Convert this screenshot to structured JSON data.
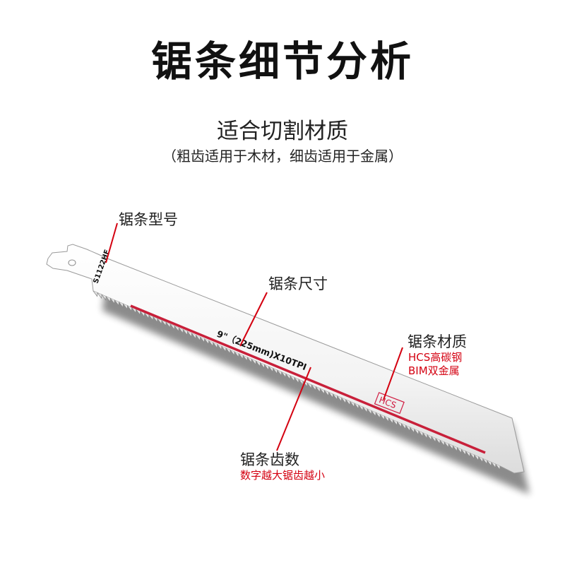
{
  "header": {
    "title": "锯条细节分析",
    "subtitle": "适合切割材质",
    "subnote": "（粗齿适用于木材，细齿适用于金属）"
  },
  "blade": {
    "model": "S1122HF",
    "size_text": "9\"（225mm)X10TPI",
    "material_stamp": "HCS"
  },
  "callouts": {
    "model_label": "锯条型号",
    "size_label": "锯条尺寸",
    "material_label": "锯条材质",
    "material_opt1": "HCS高碳钢",
    "material_opt2": "BIM双金属",
    "teeth_label": "锯条齿数",
    "teeth_note": "数字越大锯齿越小"
  },
  "colors": {
    "accent": "#d40010",
    "stripe": "#c8203a",
    "blade": "#f4f4f4"
  }
}
